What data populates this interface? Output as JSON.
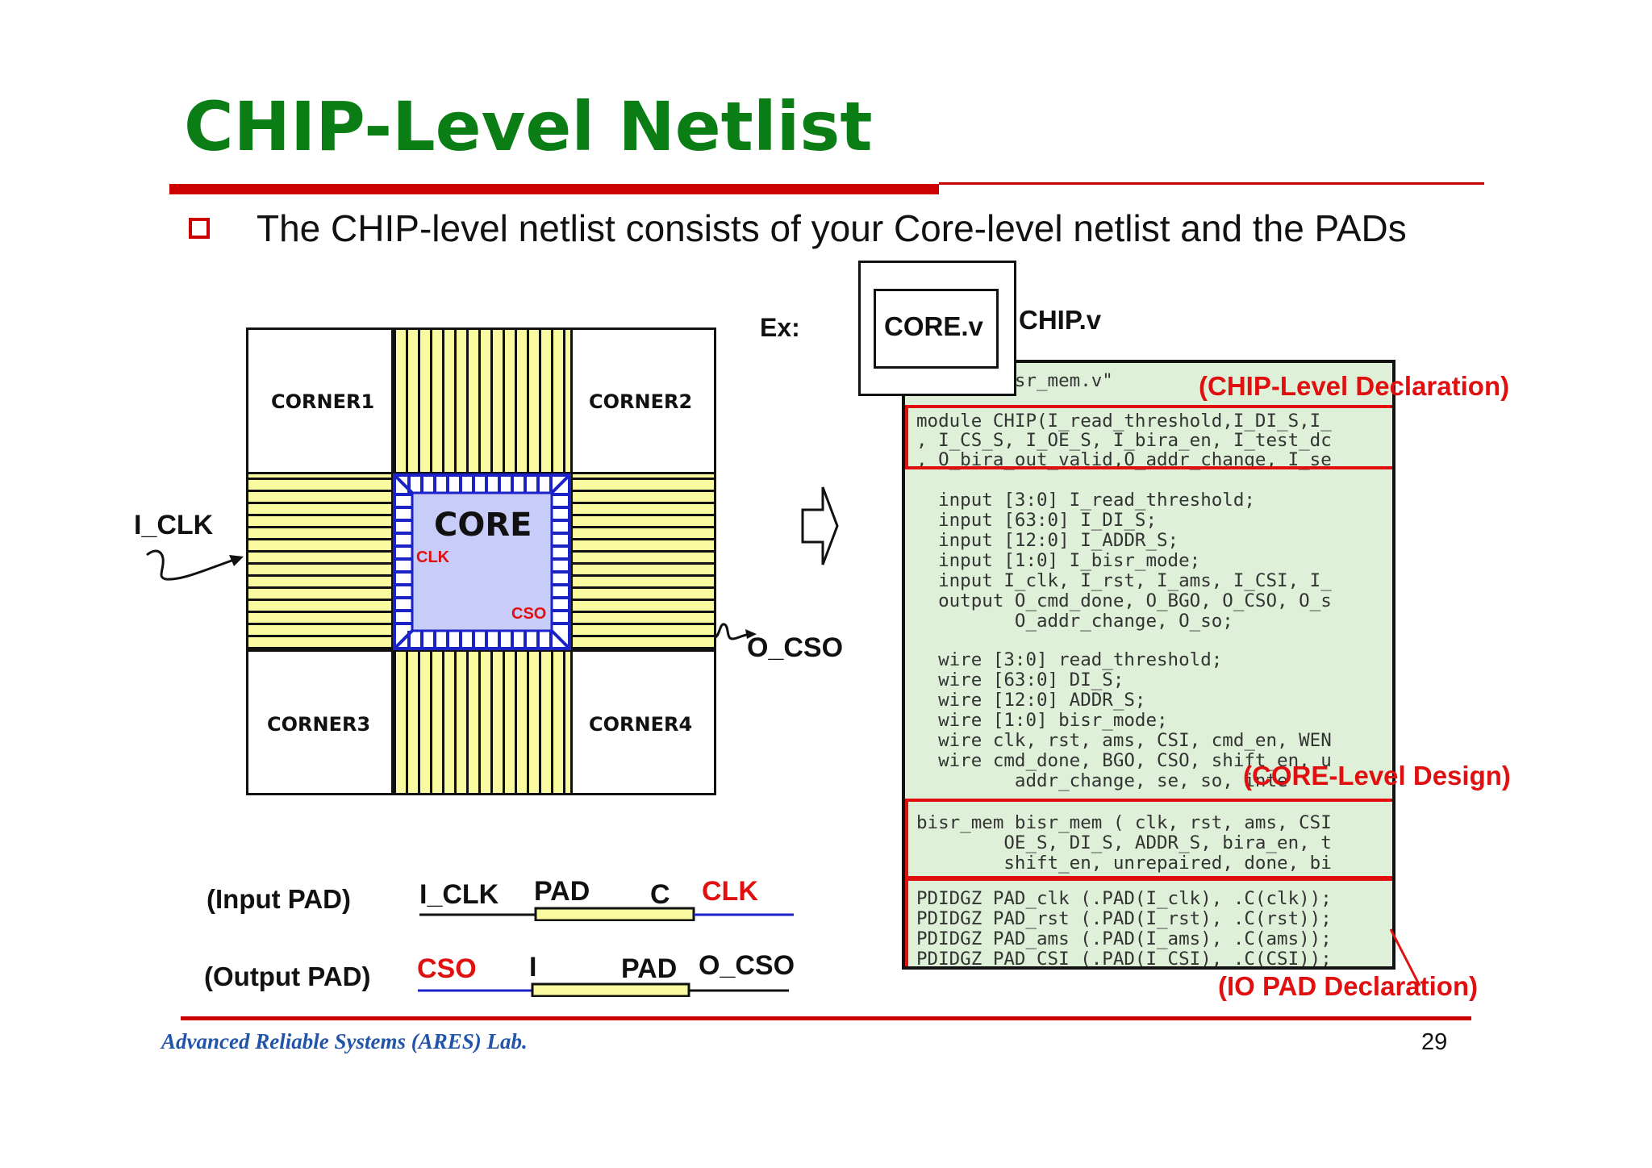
{
  "slide": {
    "title": "CHIP-Level Netlist",
    "bullet": "The CHIP-level netlist consists of your Core-level netlist and the PADs",
    "footer": "Advanced Reliable Systems (ARES) Lab.",
    "page_number": "29"
  },
  "floorplan": {
    "corner1": "CORNER1",
    "corner2": "CORNER2",
    "corner3": "CORNER3",
    "corner4": "CORNER4",
    "core": "CORE",
    "clk_label": "CLK",
    "cso_label": "CSO",
    "input_signal": "I_CLK",
    "output_signal": "O_CSO"
  },
  "example": {
    "ex_label": "Ex:",
    "core_file": "CORE.v",
    "chip_file": "CHIP.v",
    "code_lines": [
      "      \"bisr_mem.v\"",
      "module CHIP(I_read_threshold,I_DI_S,I_",
      ", I_CS_S, I_OE_S, I_bira_en, I_test_dc",
      ", O_bira_out_valid,O_addr_change, I_se",
      "",
      "  input [3:0] I_read_threshold;",
      "  input [63:0] I_DI_S;",
      "  input [12:0] I_ADDR_S;",
      "  input [1:0] I_bisr_mode;",
      "  input I_clk, I_rst, I_ams, I_CSI, I_",
      "  output O_cmd_done, O_BGO, O_CSO, O_s",
      "         O_addr_change, O_so;",
      "",
      "  wire [3:0] read_threshold;",
      "  wire [63:0] DI_S;",
      "  wire [12:0] ADDR_S;",
      "  wire [1:0] bisr_mode;",
      "  wire clk, rst, ams, CSI, cmd_en, WEN",
      "  wire cmd_done, BGO, CSO, shift_en, u",
      "         addr_change, se, so, inte",
      "",
      "bisr_mem bisr_mem ( clk, rst, ams, CSI",
      "        OE_S, DI_S, ADDR_S, bira_en, t",
      "        shift_en, unrepaired, done, bi",
      "",
      "PDIDGZ PAD_clk (.PAD(I_clk), .C(clk));",
      "PDIDGZ PAD_rst (.PAD(I_rst), .C(rst));",
      "PDIDGZ PAD_ams (.PAD(I_ams), .C(ams));",
      "PDIDGZ PAD_CSI (.PAD(I_CSI), .C(CSI));"
    ],
    "label_chip_decl": "(CHIP-Level Declaration)",
    "label_core_design": "(CORE-Level Design)",
    "label_io_pad": "(IO PAD Declaration)"
  },
  "pads": {
    "input_pad_label": "(Input PAD)",
    "input_in": "I_CLK",
    "input_pad": "PAD",
    "input_pin": "C",
    "input_out": "CLK",
    "output_pad_label": "(Output PAD)",
    "output_in": "CSO",
    "output_pin": "I",
    "output_pad": "PAD",
    "output_out": "O_CSO"
  },
  "colors": {
    "title_green": "#0a7d14",
    "accent_red": "#cc0000",
    "pad_yellow": "#fafaa0",
    "core_blue": "#1a22c8",
    "core_fill": "#c8ccf8",
    "code_bg": "#dff0d8",
    "footer_blue": "#2255aa"
  }
}
